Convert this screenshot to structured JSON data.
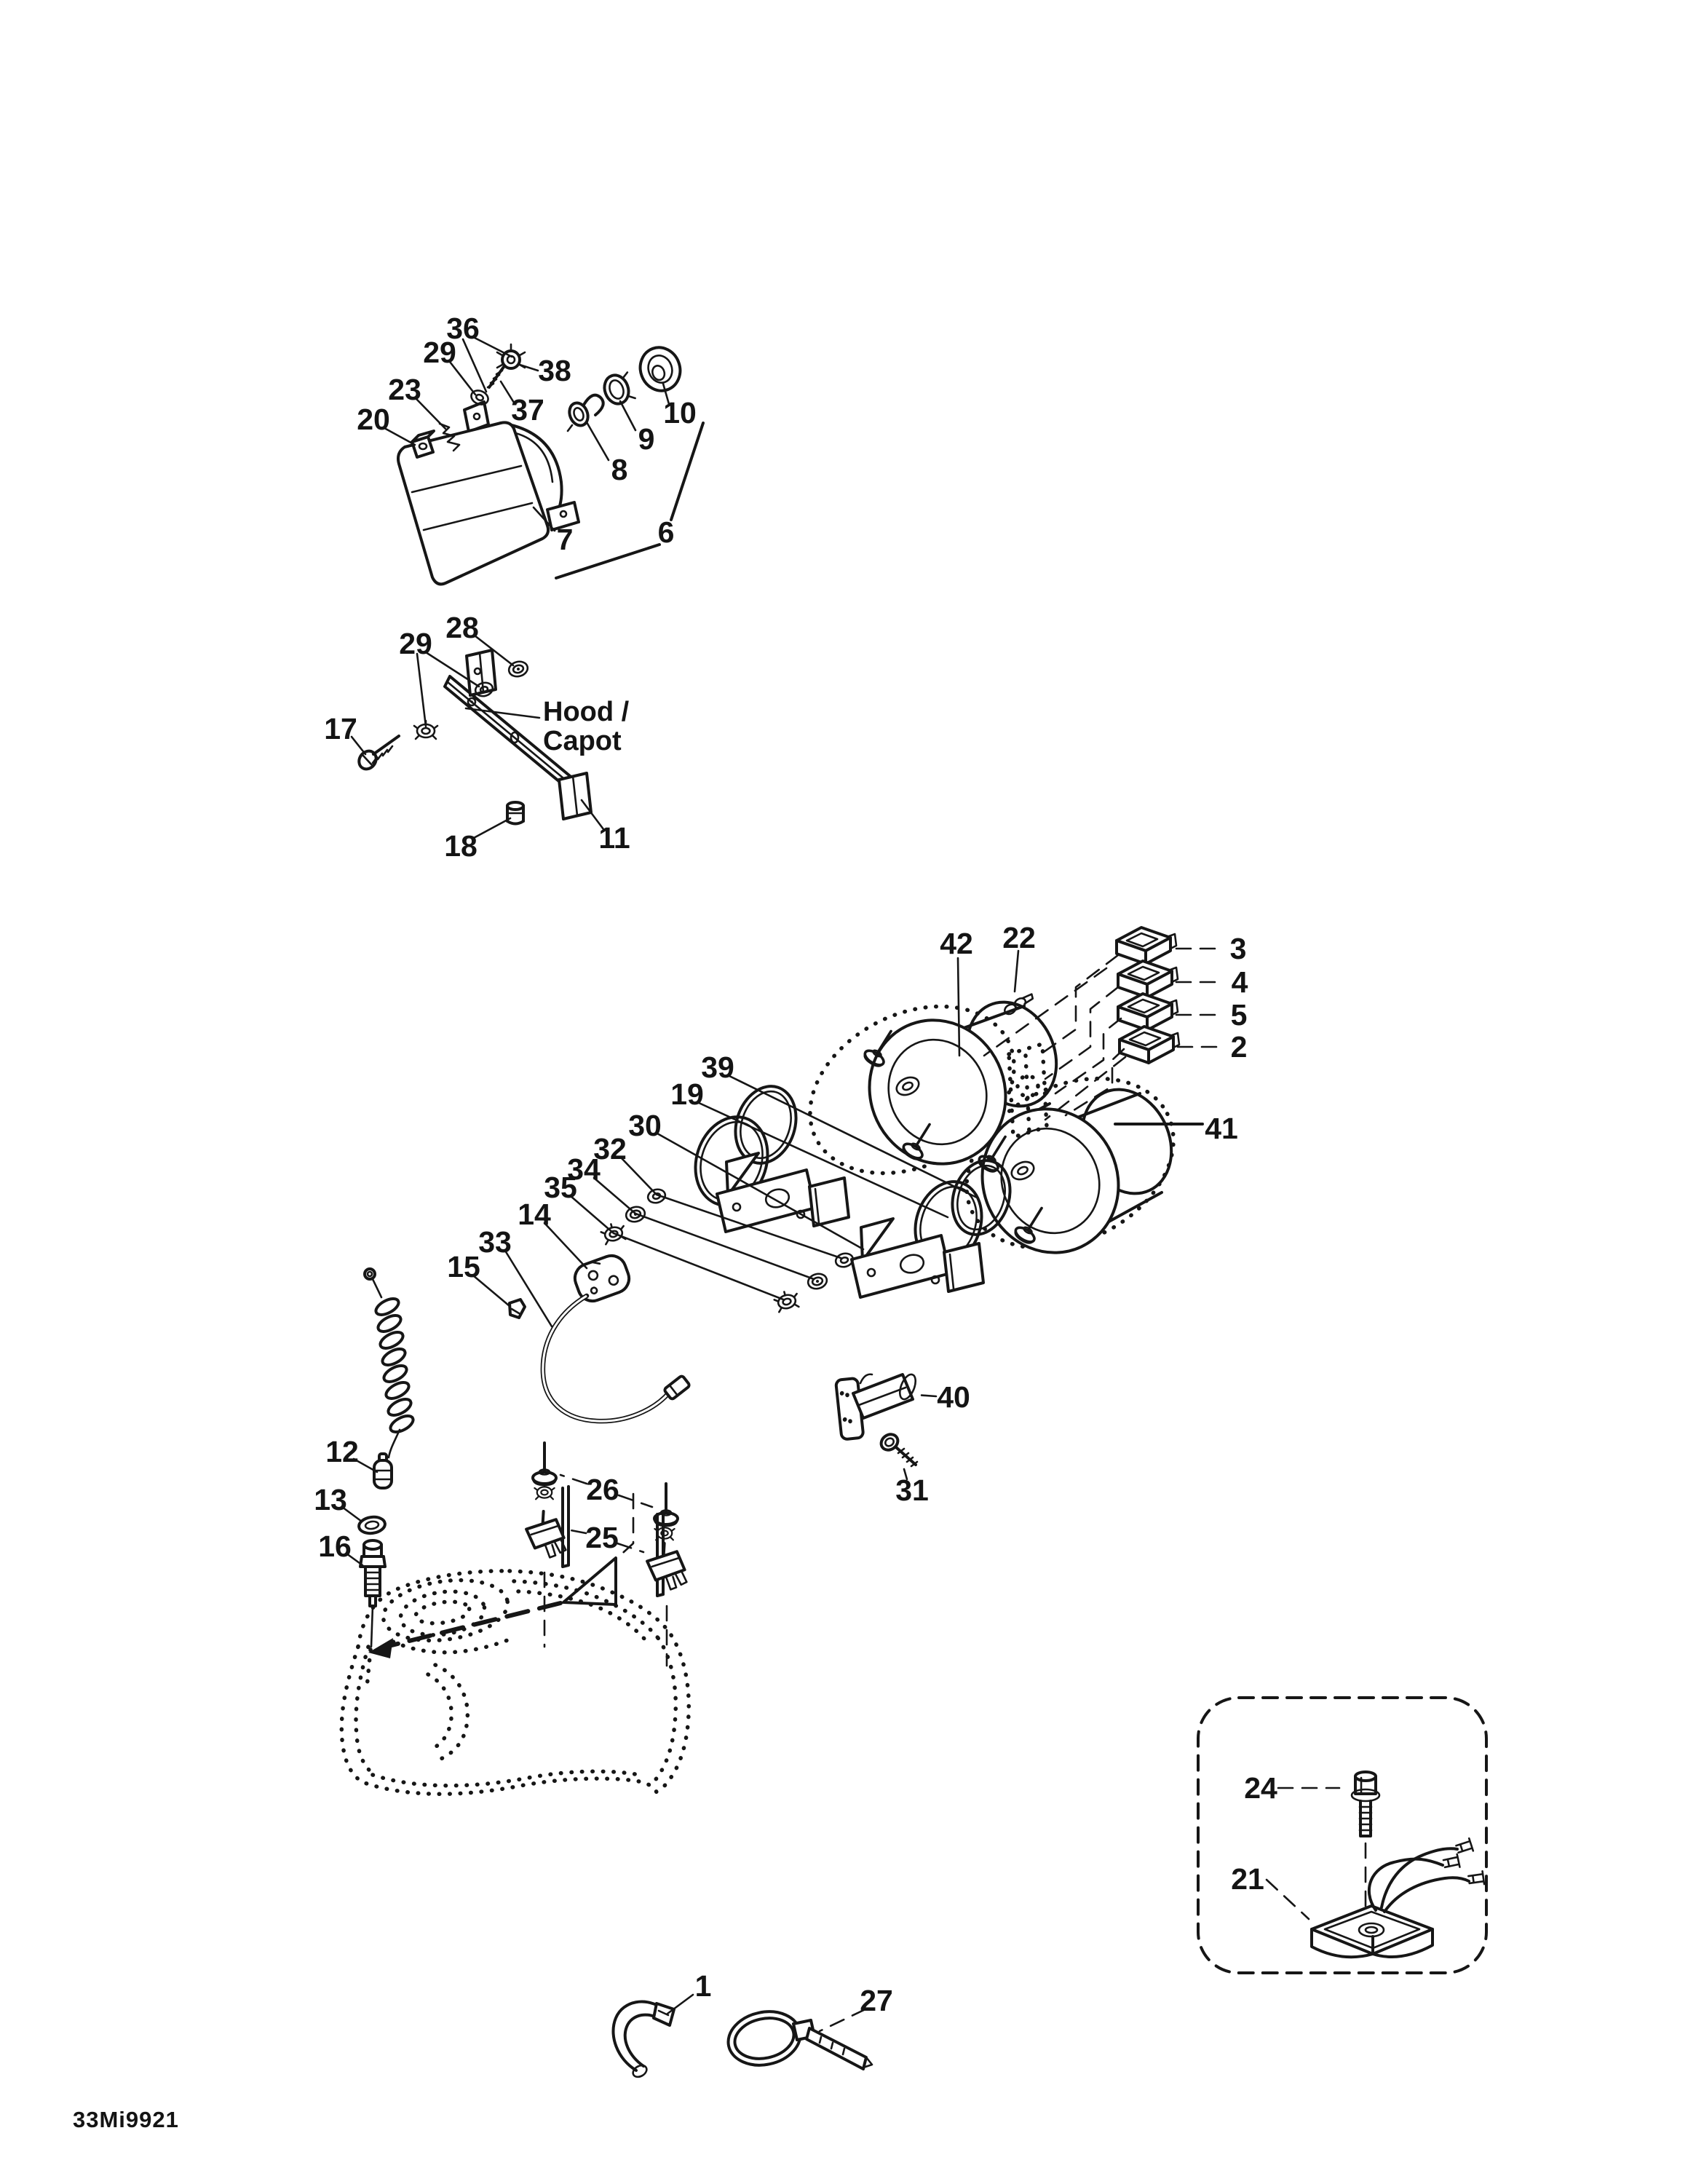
{
  "page": {
    "background": "#ffffff",
    "ink": "#161616"
  },
  "diagram": {
    "type": "exploded-parts-diagram",
    "code": "33Mi9921",
    "hood_label": {
      "line1": "Hood /",
      "line2": "Capot"
    },
    "callouts": {
      "1": "1",
      "2": "2",
      "3": "3",
      "4": "4",
      "5": "5",
      "6": "6",
      "7": "7",
      "8": "8",
      "9": "9",
      "10": "10",
      "11": "11",
      "12": "12",
      "13": "13",
      "14": "14",
      "15": "15",
      "16": "16",
      "17": "17",
      "18": "18",
      "19": "19",
      "20": "20",
      "21": "21",
      "22": "22",
      "23": "23",
      "24": "24",
      "25": "25",
      "26": "26",
      "27": "27",
      "28": "28",
      "29": "29",
      "30": "30",
      "31": "31",
      "32": "32",
      "33": "33",
      "34": "34",
      "35": "35",
      "36": "36",
      "37": "37",
      "38": "38",
      "39": "39",
      "40": "40",
      "41": "41",
      "42": "42"
    }
  }
}
